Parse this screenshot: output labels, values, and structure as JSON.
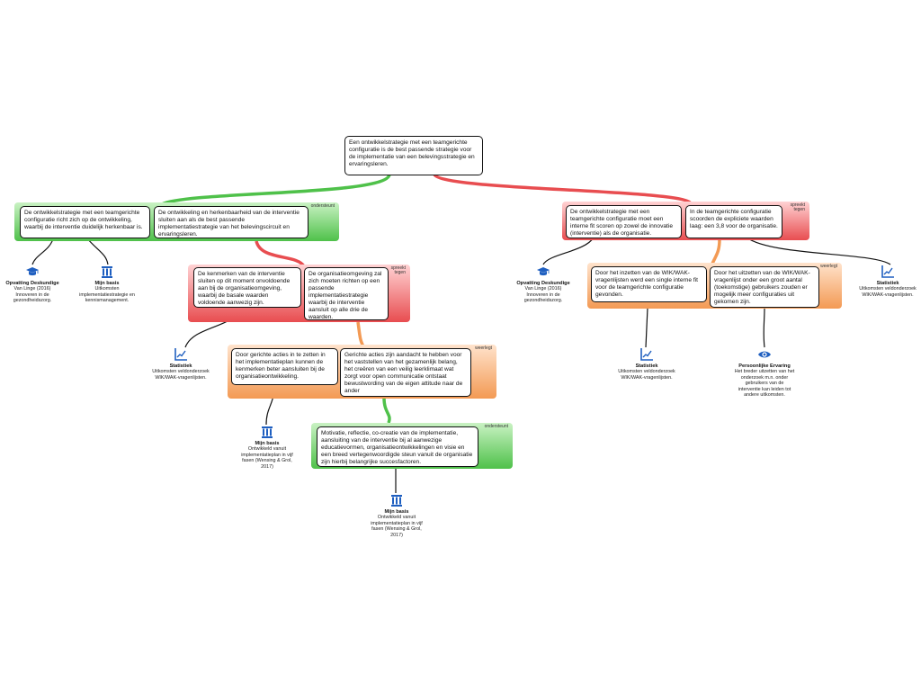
{
  "root": {
    "text": "Een ontwikkelstrategie met een teamgerichte configuratie is de best passende strategie voor de implementatie van een belevingsstrategie en ervaringsleren."
  },
  "tags": {
    "ondersteunt": "ondersteunt",
    "spreekt_tegen": "spreekt tegen",
    "weerlegt": "weerlegt"
  },
  "nodes": {
    "a1": "De ontwikkelstrategie met een teamgerichte configuratie richt zich op de ontwikkeling, waarbij de interventie duidelijk herkenbaar is.",
    "a2": "De ontwikkeling en herkenbaarheid van de interventie sluiten aan als de best passende implementatiestrategie van het belevingscircuit en ervaringsleren.",
    "b1": "De kenmerken van de interventie sluiten op dit moment onvoldoende aan bij de organisatieomgeving, waarbij de basale waarden voldoende aanwezig zijn.",
    "b2": "De organisatieomgeving zal zich moeten richten op een passende implementatiestrategie waarbij de interventie aansluit op alle drie de waarden.",
    "c1": "Door gerichte acties in te zetten in het implementatieplan kunnen de kenmerken beter aansluiten bij de organisatieontwikkeling.",
    "c2": "Gerichte acties zijn aandacht te hebben voor het vaststellen van het gezamenlijk belang, het creëren van een veilig leerklimaat wat zorgt voor open communicatie ontstaat bewustwording van de eigen attitude naar de ander",
    "d1": "Motivatie, reflectie, co-creatie van de implementatie, aansluiting  van de interventie bij al aanwezige educatievormen, organisatieontwikkelingen en visie en een breed vertegenwoordigde steun vanuit de organisatie zijn hierbij belangrijke succesfactoren.",
    "r1": "De ontwikkelstrategie met een teamgerichte configuratie moet een interne fit scoren op zowel de innovatie (interventie) als de organisatie.",
    "r2": "In de teamgerichte configuratie scoorden de expliciete waarden laag: een 3,8 voor de organisatie.",
    "s1": "Door het inzetten van de WIK/WAK-vragenlijsten werd een single interne fit voor de teamgerichte configuratie gevonden.",
    "s2": "Door het uitzetten van de WIK/WAK-vragenlijst onder een groot aantal (toekomstige) gebruikers zouden er mogelijk meer configuraties uit gekomen zijn."
  },
  "refs": {
    "ref1": {
      "icon": "graduation-cap-icon",
      "title": "Opvatting Deskundige",
      "text": "Van Linge (2016) Innoveren in de gezondheidszorg."
    },
    "ref2": {
      "icon": "pillar-icon",
      "title": "Mijn basis",
      "text": "Uitkomsten implementatiestrategie en kennismanagement."
    },
    "ref3": {
      "icon": "chart-icon",
      "title": "Statistiek",
      "text": "Uitkomsten veldonderzoek WIK/WAK-vragenlijsten."
    },
    "ref4": {
      "icon": "pillar-icon",
      "title": "Mijn basis",
      "text": "Ontwikkeld vanuit implementatieplan in vijf fasen  (Wensing & Grol, 2017)"
    },
    "ref5": {
      "icon": "pillar-icon",
      "title": "Mijn basis",
      "text": "Ontwikkeld vanuit implementatieplan in vijf fasen  (Wensing & Grol, 2017)"
    },
    "ref6": {
      "icon": "graduation-cap-icon",
      "title": "Opvatting Deskundige",
      "text": "Van Linge (2016) Innoveren in de gezondheidszorg."
    },
    "ref7": {
      "icon": "chart-icon",
      "title": "Statistiek",
      "text": "Uitkomsten veldonderzoek WIK/WAK-vragenlijsten."
    },
    "ref8": {
      "icon": "eye-icon",
      "title": "Persoonlijke Ervaring",
      "text": "Het breder uitzetten van het onderzoek m.n. onder gebruikers van de interventie kan leiden tot andere uitkomsten."
    },
    "ref9": {
      "icon": "chart-icon",
      "title": "Statistiek",
      "text": "Uitkomsten veldonderzoek WIK/WAK-vragenlijsten."
    }
  },
  "colors": {
    "support": "#4fc14a",
    "oppose": "#e84d50",
    "rebut": "#f39a54",
    "icon": "#1f5fc0"
  }
}
